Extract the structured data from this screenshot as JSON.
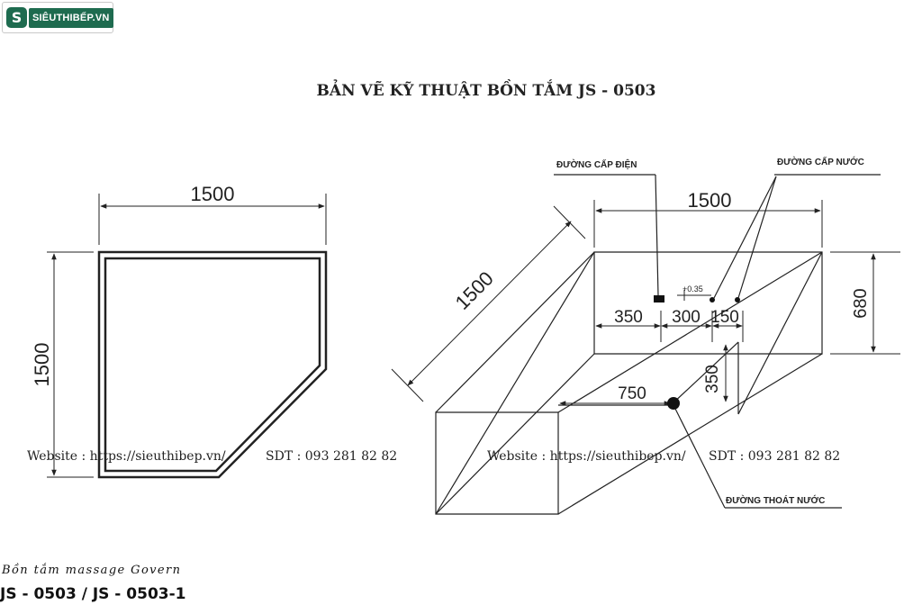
{
  "logo": {
    "mark": "S",
    "text": "SIÊUTHIBẾP.VN"
  },
  "title": "BẢN VẼ KỸ THUẬT BỒN TẮM JS - 0503",
  "plan_view": {
    "width_label": "1500",
    "height_label": "1500"
  },
  "iso_view": {
    "top_width": "1500",
    "diagonal": "1500",
    "height": "680",
    "dim_350": "350",
    "dim_300": "300",
    "dim_150": "150",
    "dim_small": "+0.35",
    "dim_750": "750",
    "dim_350_vertical": "350"
  },
  "labels": {
    "electric": "ĐƯỜNG CẤP ĐIỆN",
    "water_supply": "ĐƯỜNG CẤP NƯỚC",
    "drain": "ĐƯỜNG THOÁT NƯỚC"
  },
  "watermarks": [
    {
      "website": "Website : https://sieuthibep.vn/",
      "phone": "SDT : 093 281 82 82"
    },
    {
      "website": "Website : https://sieuthibep.vn/",
      "phone": "SDT : 093 281 82 82"
    }
  ],
  "product": {
    "subtitle": "Bồn tắm massage Govern",
    "models": "JS - 0503 / JS - 0503-1"
  }
}
